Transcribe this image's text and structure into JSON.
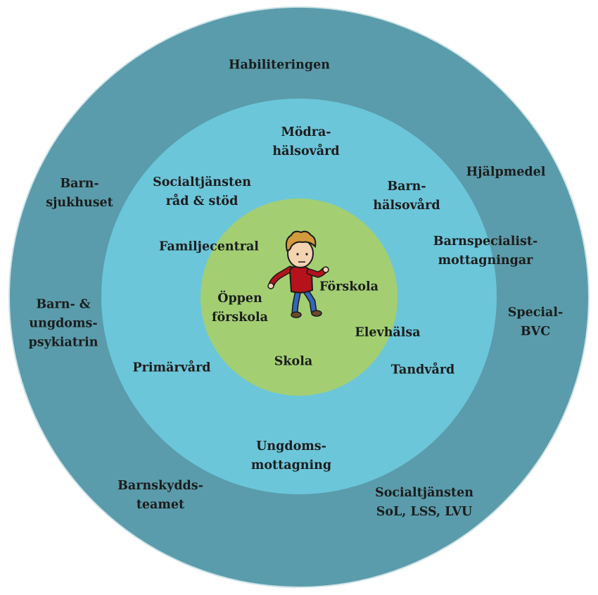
{
  "colors": {
    "outer_ring": "#5a9cab",
    "middle_ring": "#6cc6da",
    "inner_circle": "#a3cf72",
    "text": "#1c1c1c"
  },
  "figure": {
    "icon": "child-icon",
    "description_name": "child figure walking"
  },
  "rings": {
    "outer": {
      "habiliteringen": "Habiliteringen",
      "hjalpmedel": "Hjälpmedel",
      "barnsjukhuset": "Barn-\nsjukhuset",
      "barnspecialist": "Barnspecialist-\nmottagningar",
      "special_bvc": "Special-\nBVC",
      "bup": "Barn- &\nungdoms-\npsykiatrin",
      "barnskyddsteamet": "Barnskydds-\nteamet",
      "socialtjansten_sol": "Socialtjänsten\nSoL, LSS, LVU"
    },
    "middle": {
      "modrahalsovard": "Mödra-\nhälsovård",
      "socialtjansten_rad": "Socialtjänsten\nråd & stöd",
      "barnhalsovard": "Barn-\nhälsovård",
      "familjecentral": "Familjecentral",
      "primarvard": "Primärvård",
      "tandvard": "Tandvård",
      "ungdomsmottagning": "Ungdoms-\nmottagning"
    },
    "inner": {
      "oppen_forskola": "Öppen\nförskola",
      "forskola": "Förskola",
      "elevhalsa": "Elevhälsa",
      "skola": "Skola"
    }
  }
}
